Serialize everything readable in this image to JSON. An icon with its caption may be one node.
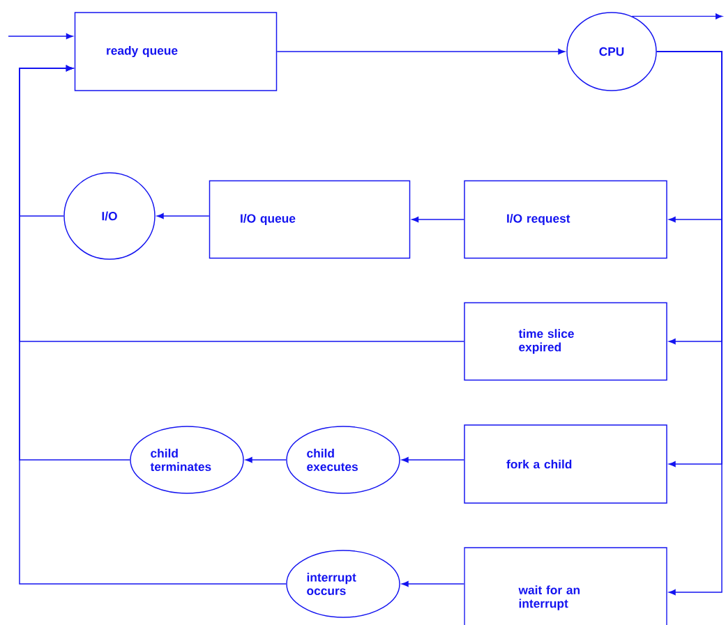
{
  "diagram": {
    "nodes": [
      {
        "text": [
          "ready queue"
        ]
      },
      {
        "text": [
          "CPU"
        ]
      },
      {
        "text": [
          "I/O"
        ]
      },
      {
        "text": [
          "I/O queue"
        ]
      },
      {
        "text": [
          "I/O request"
        ]
      },
      {
        "text": [
          "time slice expired"
        ]
      },
      {
        "text": [
          "child terminates"
        ]
      },
      {
        "text": [
          "child executes"
        ]
      },
      {
        "text": [
          "fork a child"
        ]
      },
      {
        "text": [
          "interrupt occurs"
        ]
      },
      {
        "text": [
          "wait for an interrupt"
        ]
      }
    ],
    "edges": [
      {
        "from": null,
        "to": 0,
        "arrow": "to"
      },
      {
        "from": 0,
        "to": 1,
        "arrow": "to"
      },
      {
        "from": 1,
        "to": null,
        "arrow": "to"
      },
      {
        "from": 1,
        "to": 4,
        "arrow": "to"
      },
      {
        "from": 1,
        "to": 5,
        "arrow": "to"
      },
      {
        "from": 1,
        "to": 8,
        "arrow": "to"
      },
      {
        "from": 1,
        "to": 10,
        "arrow": "to"
      },
      {
        "from": 4,
        "to": 3,
        "arrow": "to"
      },
      {
        "from": 3,
        "to": 2,
        "arrow": "to"
      },
      {
        "from": 2,
        "to": 0,
        "arrow": "to"
      },
      {
        "from": 5,
        "to": 0,
        "arrow": "to"
      },
      {
        "from": 8,
        "to": 7,
        "arrow": "to"
      },
      {
        "from": 7,
        "to": 6,
        "arrow": "to"
      },
      {
        "from": 6,
        "to": 0,
        "arrow": "to"
      },
      {
        "from": 10,
        "to": 9,
        "arrow": "to"
      },
      {
        "from": 9,
        "to": 0,
        "arrow": "to"
      }
    ]
  }
}
